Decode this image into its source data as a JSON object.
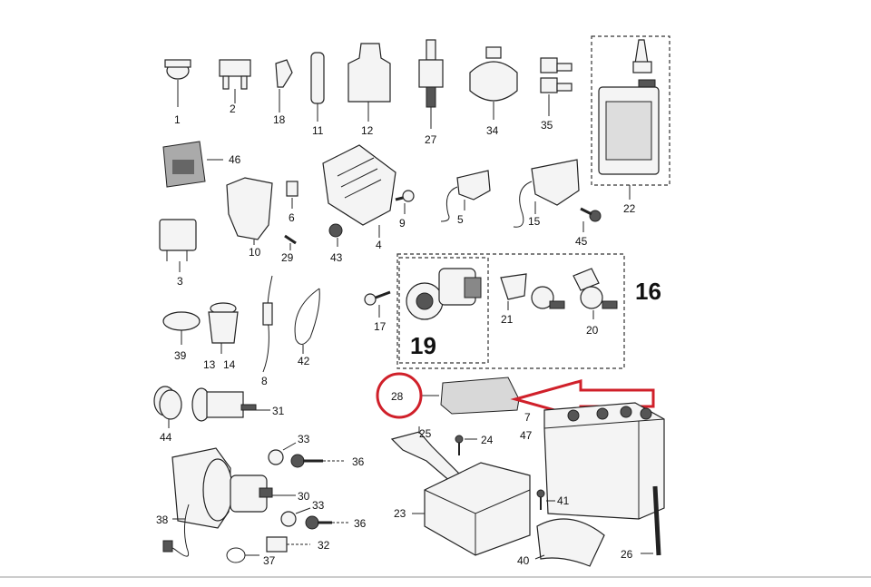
{
  "labels": {
    "p1": "1",
    "p2": "2",
    "p18": "18",
    "p11": "11",
    "p12": "12",
    "p27": "27",
    "p34": "34",
    "p35": "35",
    "p22": "22",
    "p46": "46",
    "p6": "6",
    "p10": "10",
    "p29": "29",
    "p3": "3",
    "p9": "9",
    "p4": "4",
    "p43": "43",
    "p5": "5",
    "p15": "15",
    "p45": "45",
    "p16": "16",
    "p17": "17",
    "p19": "19",
    "p21": "21",
    "p20": "20",
    "p39": "39",
    "p13": "13",
    "p14": "14",
    "p8": "8",
    "p42": "42",
    "p28": "28",
    "p7": "7",
    "p47": "47",
    "p44": "44",
    "p31": "31",
    "p33a": "33",
    "p36a": "36",
    "p30": "30",
    "p33b": "33",
    "p36b": "36",
    "p38": "38",
    "p37": "37",
    "p32": "32",
    "p25": "25",
    "p24": "24",
    "p41": "41",
    "p23": "23",
    "p40": "40",
    "p26": "26"
  },
  "colors": {
    "highlight": "#d0202a",
    "line": "#222222"
  }
}
